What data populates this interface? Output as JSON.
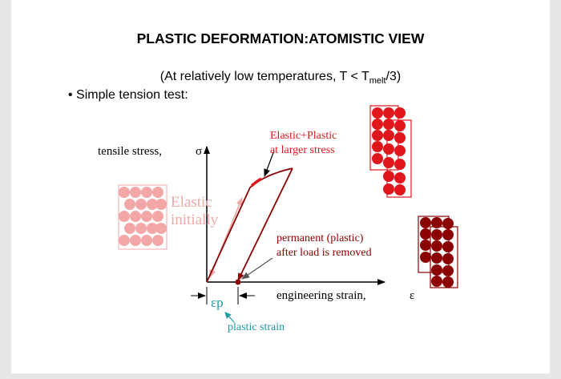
{
  "title": "PLASTIC DEFORMATION:ATOMISTIC VIEW",
  "subtitle": {
    "prefix": "(At relatively low temperatures, T < T",
    "sub": "melt",
    "suffix": "/3)"
  },
  "bullet": "Simple tension test:",
  "diagram": {
    "stress_label": "tensile stress,",
    "sigma_symbol": "σ",
    "strain_label": "engineering strain,",
    "epsilon_symbol": "ε",
    "elastic_plastic_label_1": "Elastic+Plastic",
    "elastic_plastic_label_2": "at larger stress",
    "elastic_label_1": "Elastic",
    "elastic_label_2": "initially",
    "permanent_label_1": "permanent (plastic)",
    "permanent_label_2": "after load is removed",
    "ep_symbol": "εp",
    "plastic_strain_label": "plastic strain"
  },
  "colors": {
    "elastic_pink": "#f3a7a7",
    "plastic_red": "#e0161d",
    "dark_red": "#8b0000",
    "plastic_strain_teal": "#1d9aa6"
  }
}
